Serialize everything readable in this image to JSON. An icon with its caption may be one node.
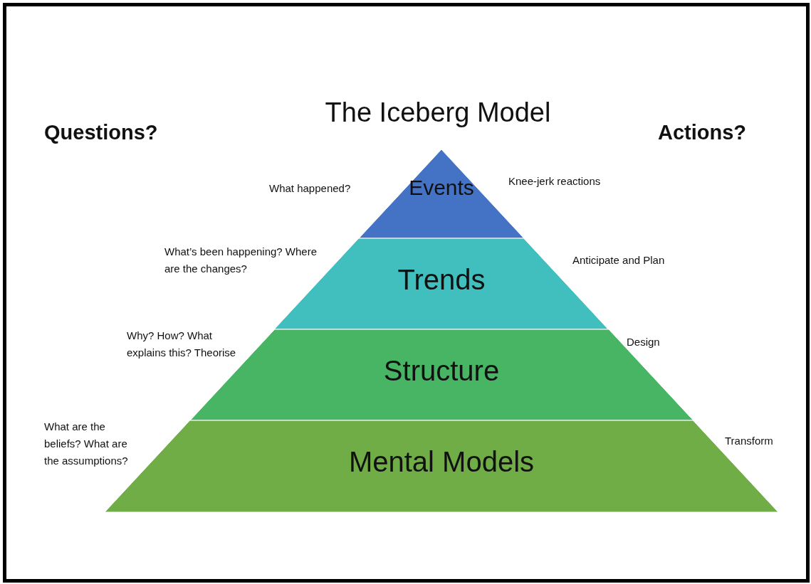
{
  "diagram": {
    "title": "The Iceberg Model",
    "nodes": [
      {
        "text": [
          "Events"
        ],
        "beside": [
          "What happened?",
          "Knee-jerk reactions"
        ]
      },
      {
        "text": [
          "Trends"
        ],
        "beside": [
          "What’s been happening? Where are the changes?",
          "Anticipate and Plan"
        ]
      },
      {
        "text": [
          "Structure"
        ],
        "beside": [
          "Why? How? What explains this? Theorise",
          "Design"
        ]
      },
      {
        "text": [
          "Mental Models"
        ],
        "beside": [
          "What are the beliefs? What are the assumptions?",
          "Transform"
        ]
      }
    ],
    "labels": [
      "Questions?",
      "Actions?"
    ]
  }
}
